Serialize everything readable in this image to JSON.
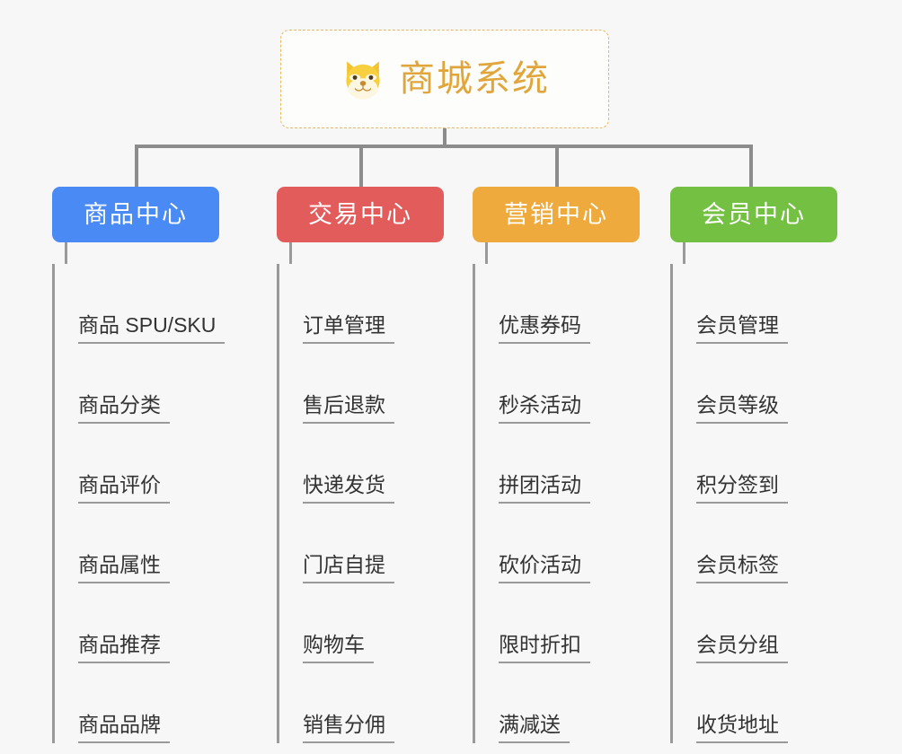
{
  "diagram": {
    "type": "mindmap",
    "background_color": "#f7f7f7",
    "root": {
      "title": "商城系统",
      "icon": "shiba-dog-emoji",
      "text_color": "#e0a63c",
      "border_color": "#e8b860",
      "border_style": "dashed"
    },
    "connector_color": "#8c8c8c",
    "branches": [
      {
        "label": "商品中心",
        "color": "#4a8af4",
        "items": [
          "商品 SPU/SKU",
          "商品分类",
          "商品评价",
          "商品属性",
          "商品推荐",
          "商品品牌"
        ]
      },
      {
        "label": "交易中心",
        "color": "#e35c5c",
        "items": [
          "订单管理",
          "售后退款",
          "快递发货",
          "门店自提",
          "购物车",
          "销售分佣"
        ]
      },
      {
        "label": "营销中心",
        "color": "#eeaa3c",
        "items": [
          "优惠券码",
          "秒杀活动",
          "拼团活动",
          "砍价活动",
          "限时折扣",
          "满减送"
        ]
      },
      {
        "label": "会员中心",
        "color": "#74c043",
        "items": [
          "会员管理",
          "会员等级",
          "积分签到",
          "会员标签",
          "会员分组",
          "收货地址"
        ]
      }
    ]
  }
}
